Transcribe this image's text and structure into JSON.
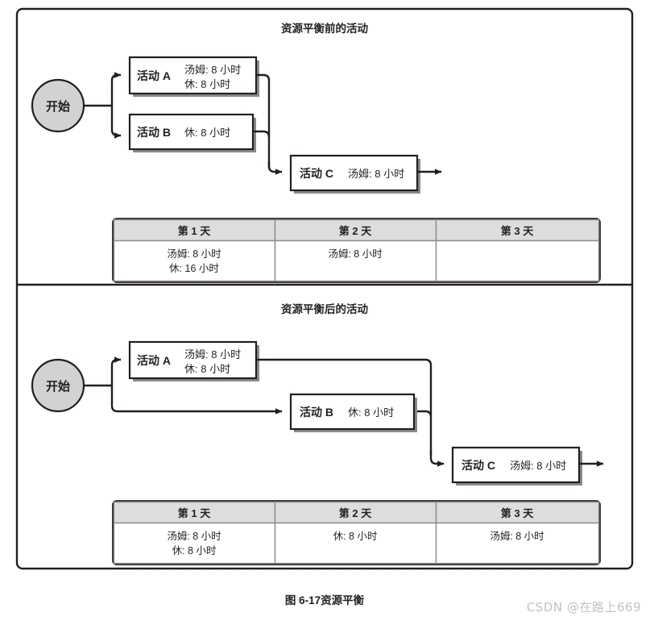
{
  "figure": {
    "caption": "图 6-17资源平衡",
    "watermark": "CSDN @在路上669"
  },
  "panels": [
    {
      "id": "before",
      "title": "资源平衡前的活动",
      "start_label": "开始",
      "nodes": [
        {
          "id": "a",
          "name": "活动 A",
          "detail_line1": "汤姆: 8 小时",
          "detail_line2": "休: 8 小时"
        },
        {
          "id": "b",
          "name": "活动 B",
          "detail_line1": "休: 8 小时",
          "detail_line2": ""
        },
        {
          "id": "c",
          "name": "活动 C",
          "detail_line1": "汤姆: 8 小时",
          "detail_line2": ""
        }
      ],
      "table": {
        "headers": [
          "第 1 天",
          "第 2 天",
          "第 3 天"
        ],
        "rows": [
          [
            {
              "line1": "汤姆: 8 小时",
              "line2": "休: 16 小时"
            },
            {
              "line1": "汤姆: 8 小时",
              "line2": ""
            },
            {
              "line1": "",
              "line2": ""
            }
          ]
        ]
      }
    },
    {
      "id": "after",
      "title": "资源平衡后的活动",
      "start_label": "开始",
      "nodes": [
        {
          "id": "a",
          "name": "活动 A",
          "detail_line1": "汤姆: 8 小时",
          "detail_line2": "休: 8 小时"
        },
        {
          "id": "b",
          "name": "活动 B",
          "detail_line1": "休: 8 小时",
          "detail_line2": ""
        },
        {
          "id": "c",
          "name": "活动 C",
          "detail_line1": "汤姆: 8 小时",
          "detail_line2": ""
        }
      ],
      "table": {
        "headers": [
          "第 1 天",
          "第 2 天",
          "第 3 天"
        ],
        "rows": [
          [
            {
              "line1": "汤姆: 8 小时",
              "line2": "休: 8 小时"
            },
            {
              "line1": "休: 8 小时",
              "line2": ""
            },
            {
              "line1": "汤姆: 8 小时",
              "line2": ""
            }
          ]
        ]
      }
    }
  ],
  "colors": {
    "ink": "#231f20",
    "start_fill": "#d2d2d2",
    "table_header_fill": "#dddddd",
    "table_rule": "#8d8d8d",
    "watermark": "#c2c2c2"
  }
}
